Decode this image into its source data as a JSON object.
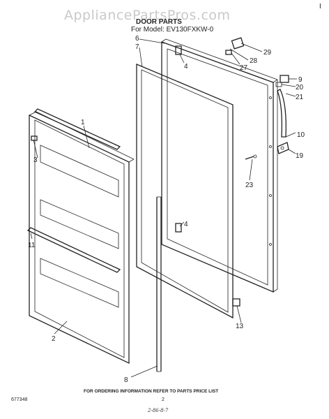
{
  "watermark": "AppliancePartsPros.com",
  "title": "DOOR PARTS",
  "model_line": "For Model: EV130FXKW-0",
  "callouts": [
    "1",
    "2",
    "3",
    "4",
    "4",
    "6",
    "7",
    "8",
    "9",
    "10",
    "11",
    "13",
    "19",
    "20",
    "21",
    "23",
    "27",
    "28",
    "29"
  ],
  "footer_note": "FOR ORDERING INFORMATION REFER TO PARTS PRICE LIST",
  "doc_number": "677348",
  "page_number": "2",
  "handwritten_code": "2-86-8-7",
  "corner_mark": "I"
}
